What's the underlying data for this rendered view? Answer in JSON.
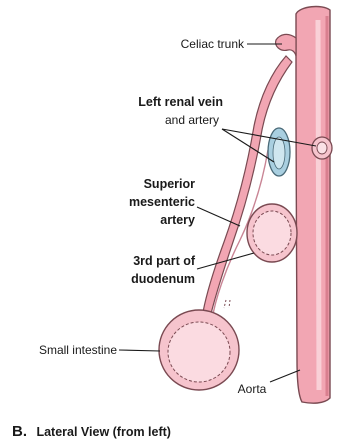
{
  "diagram": {
    "labels": {
      "celiac_trunk": "Celiac trunk",
      "left_renal_line1": "Left renal vein",
      "left_renal_line2": "and artery",
      "sma_line1": "Superior",
      "sma_line2": "mesenteric",
      "sma_line3": "artery",
      "duodenum_line1": "3rd part of",
      "duodenum_line2": "duodenum",
      "small_intestine": "Small intestine",
      "aorta": "Aorta"
    },
    "caption": {
      "letter": "B.",
      "text": "Lateral View (from left)"
    },
    "colors": {
      "artery": "#f2a6b3",
      "artery_dark": "#d97f8f",
      "outline": "#7a4a52",
      "vein": "#a9cfe0",
      "bowel": "#f6c4cd"
    }
  }
}
